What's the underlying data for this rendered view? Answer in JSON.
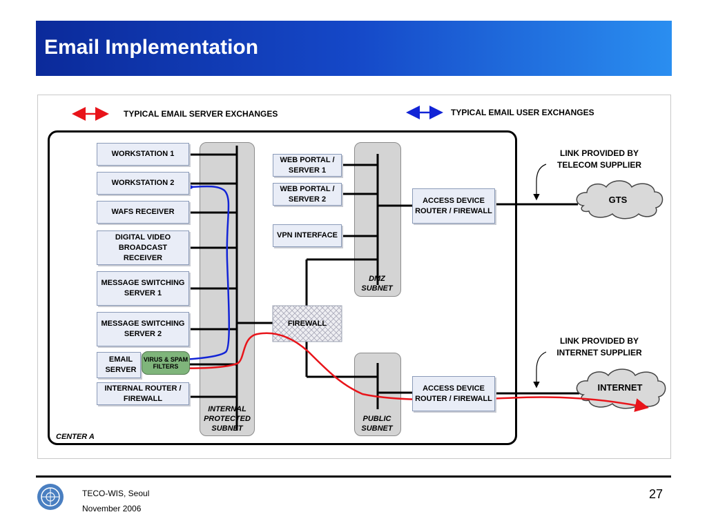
{
  "header": {
    "title": "Email Implementation"
  },
  "legend": {
    "server_exchanges": "TYPICAL EMAIL SERVER EXCHANGES",
    "user_exchanges": "TYPICAL EMAIL USER EXCHANGES",
    "server_color": "#e8141a",
    "user_color": "#1224d6"
  },
  "center_label": "CENTER A",
  "internal_devices": [
    "WORKSTATION 1",
    "WORKSTATION 2",
    "WAFS RECEIVER",
    "DIGITAL VIDEO BROADCAST RECEIVER",
    "MESSAGE SWITCHING SERVER 1",
    "MESSAGE SWITCHING SERVER 2",
    "EMAIL SERVER",
    "INTERNAL ROUTER / FIREWALL"
  ],
  "filter_label": "VIRUS & SPAM FILTERS",
  "dmz_devices": [
    "WEB PORTAL / SERVER 1",
    "WEB PORTAL / SERVER 2",
    "VPN INTERFACE"
  ],
  "firewall_label": "FIREWALL",
  "access_router_top": "ACCESS DEVICE ROUTER / FIREWALL",
  "access_router_bottom": "ACCESS DEVICE ROUTER / FIREWALL",
  "subnets": {
    "internal": "INTERNAL PROTECTED SUBNET",
    "dmz": "DMZ SUBNET",
    "public": "PUBLIC SUBNET"
  },
  "links": {
    "telecom": "LINK PROVIDED BY TELECOM SUPPLIER",
    "internet": "LINK PROVIDED BY INTERNET SUPPLIER"
  },
  "clouds": {
    "gts": "GTS",
    "internet": "INTERNET"
  },
  "footer": {
    "org": "TECO-WIS, Seoul",
    "date": "November 2006",
    "page": "27"
  }
}
